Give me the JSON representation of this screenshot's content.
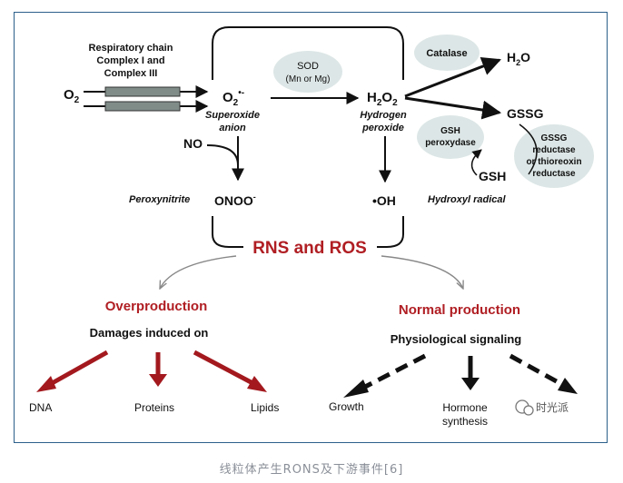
{
  "complex": {
    "line1": "Respiratory chain",
    "line2": "Complex I and",
    "line3": "Complex III"
  },
  "o2": {
    "base": "O",
    "sub": "2"
  },
  "superoxide": {
    "formula": "O",
    "sub": "2",
    "sup": "•-",
    "name1": "Superoxide",
    "name2": "anion"
  },
  "sod": {
    "line1": "SOD",
    "line2": "(Mn or Mg)"
  },
  "h2o2": {
    "h": "H",
    "sub1": "2",
    "o": "O",
    "sub2": "2",
    "name1": "Hydrogen",
    "name2": "peroxide"
  },
  "catalase": "Catalase",
  "h2o": {
    "h": "H",
    "sub": "2",
    "o": "O"
  },
  "gssg": "GSSG",
  "gsh_peroxydase": {
    "line1": "GSH",
    "line2": "peroxydase"
  },
  "gssg_reductase": {
    "line1": "GSSG",
    "line2": "reductase",
    "line3": "or thioreoxin",
    "line4": "reductase"
  },
  "gsh": "GSH",
  "no": "NO",
  "peroxynitrite": "Peroxynitrite",
  "onoo": {
    "main": "ONOO",
    "sup": "-"
  },
  "oh": "•OH",
  "hydroxyl": "Hydroxyl radical",
  "rns_ros": "RNS and ROS",
  "overproduction": "Overproduction",
  "damages": "Damages induced on",
  "dna": "DNA",
  "proteins": "Proteins",
  "lipids": "Lipids",
  "normal": "Normal production",
  "signaling": "Physiological signaling",
  "growth": "Growth",
  "hormone": {
    "line1": "Hormone",
    "line2": "synthesis"
  },
  "watermark": "时光派",
  "caption": "线粒体产生RONS及下游事件[6]",
  "colors": {
    "accent_red": "#b01e23",
    "bubble": "#dde6e6",
    "frame": "#2b5f8a"
  }
}
